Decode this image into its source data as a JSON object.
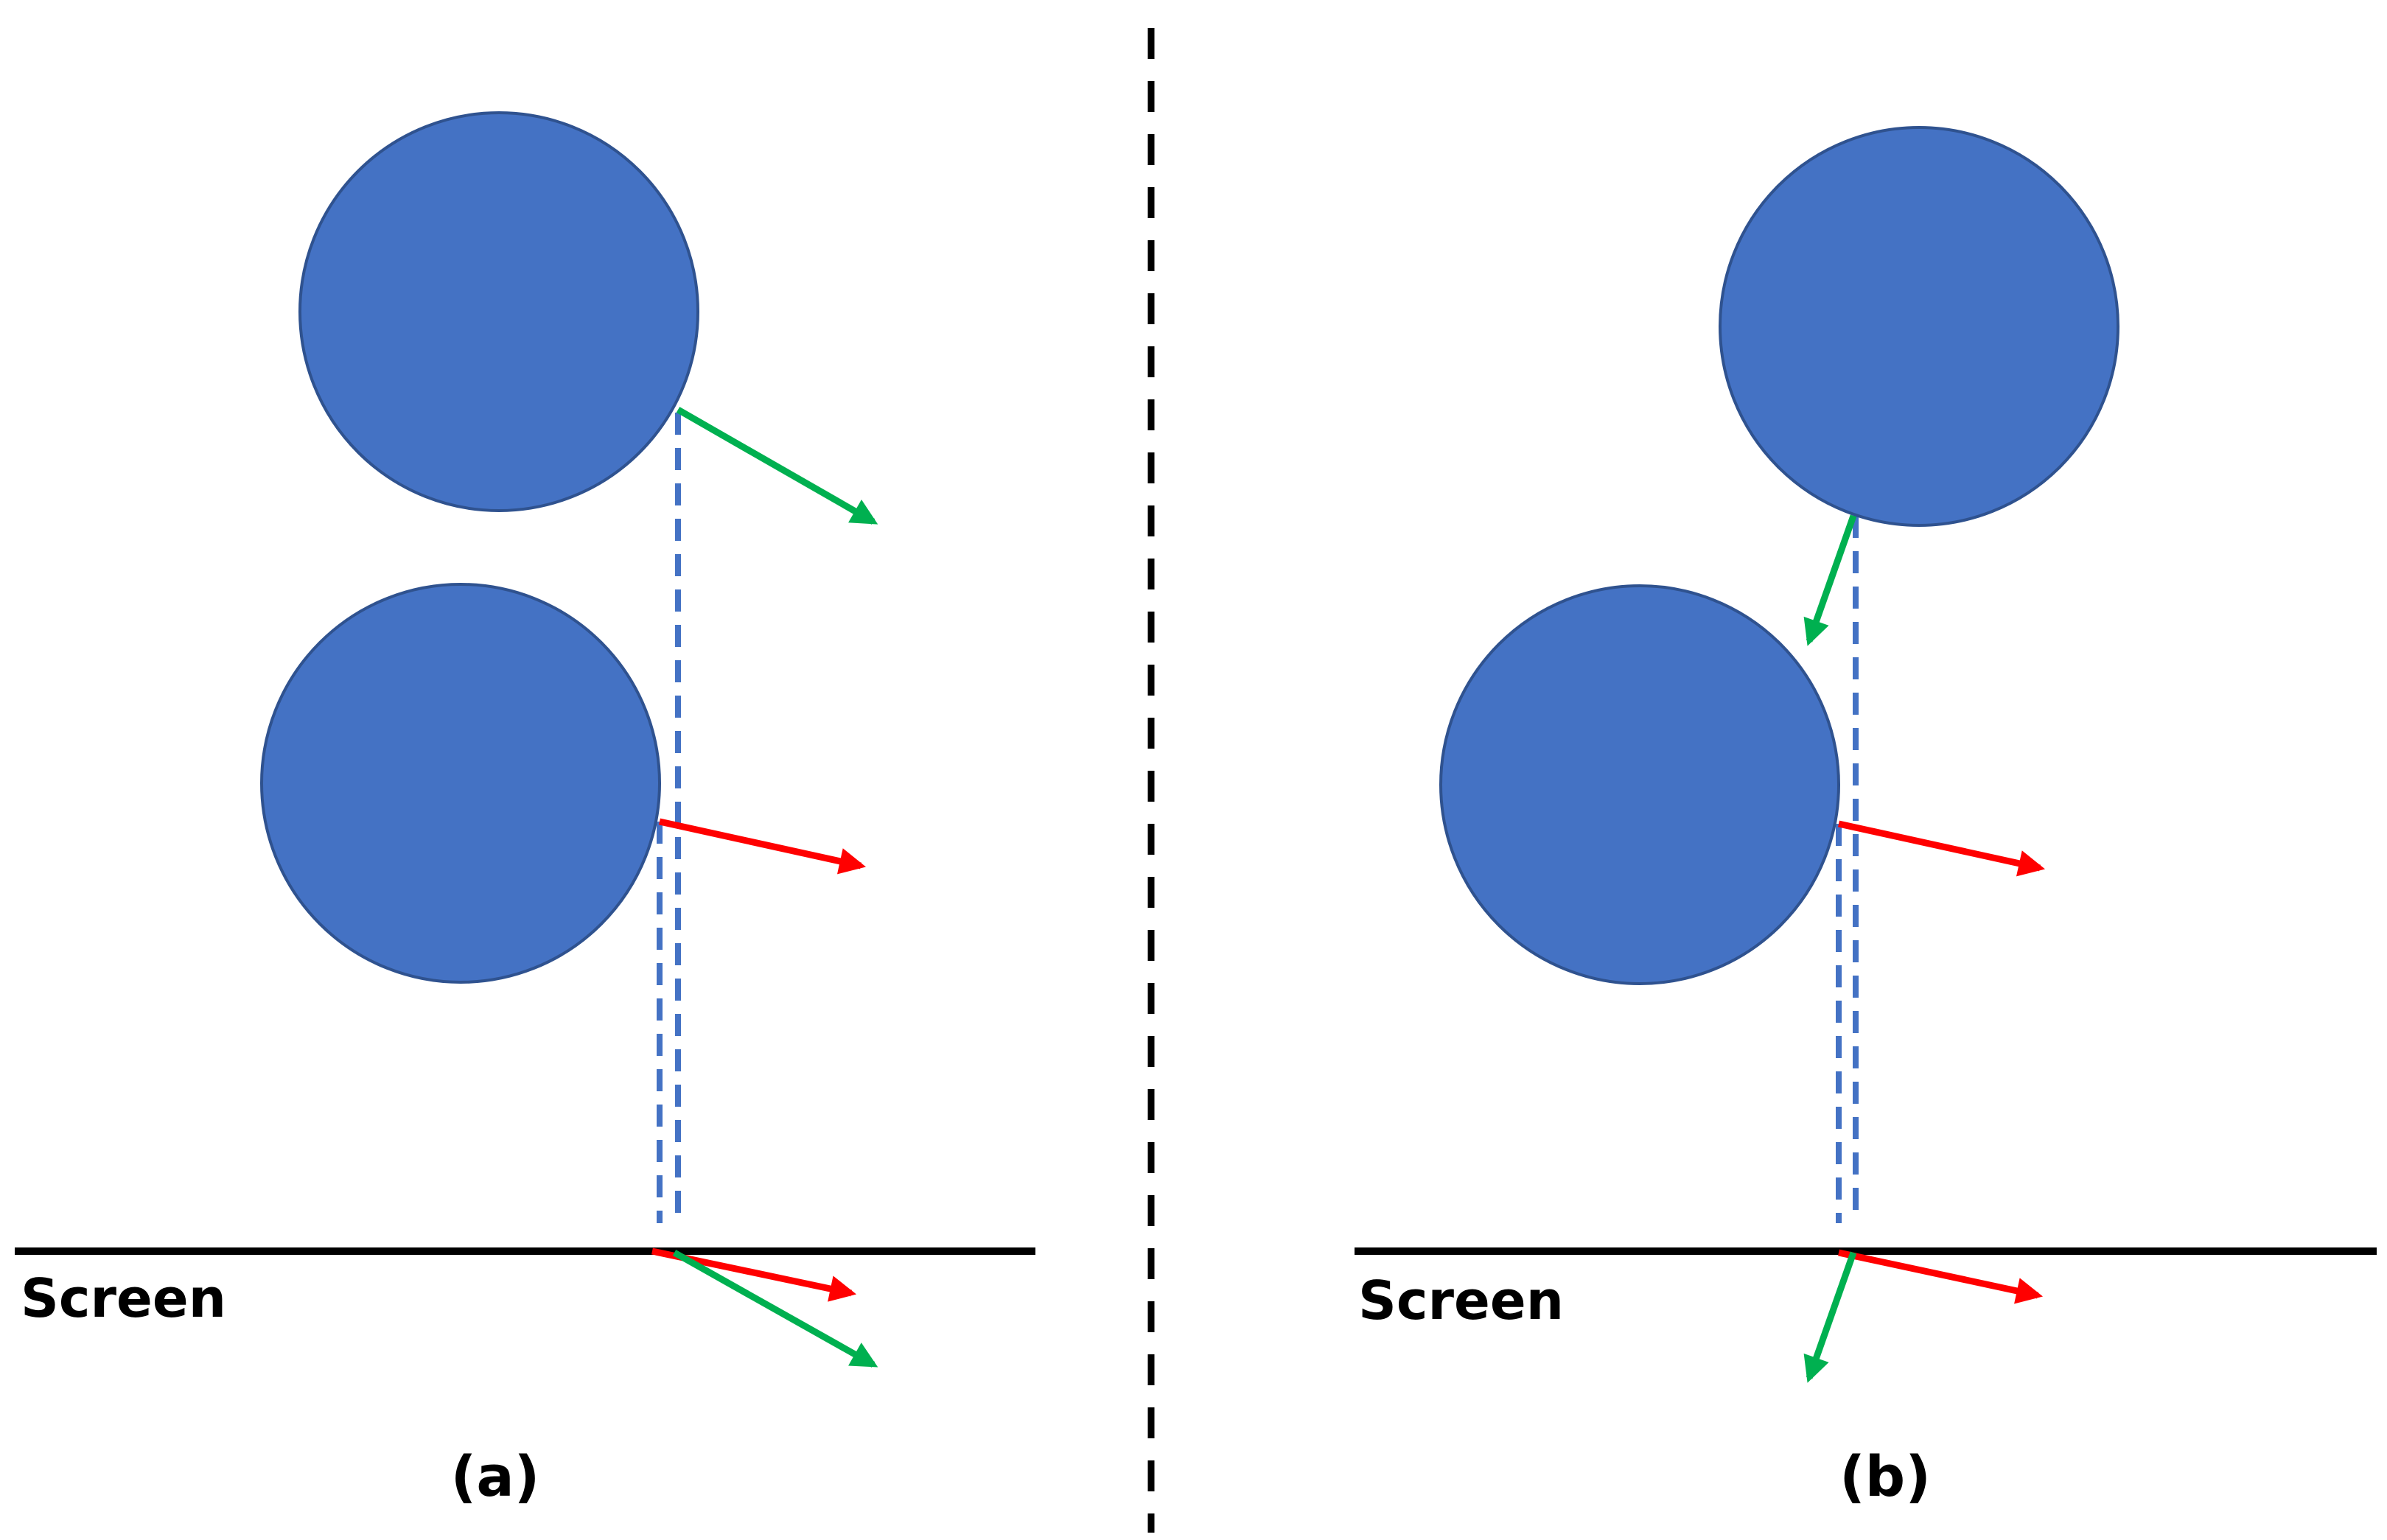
{
  "labels": {
    "screen_a": "Screen",
    "screen_b": "Screen",
    "caption_a": "(a)",
    "caption_b": "(b)"
  },
  "colors": {
    "circle_fill": "#4472c4",
    "circle_stroke": "#2f528f",
    "arrow_red": "#ff0000",
    "arrow_green": "#00b050",
    "projection_dash": "#4472c4",
    "screen_line": "#000000",
    "divider": "#000000"
  }
}
